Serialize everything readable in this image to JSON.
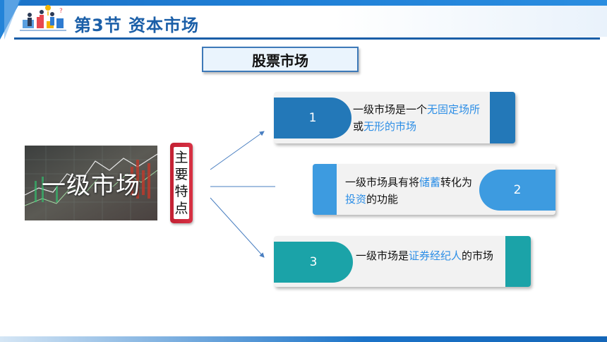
{
  "header": {
    "section_title": "第3节  资本市场"
  },
  "topic": {
    "label": "股票市场"
  },
  "photo": {
    "caption": "一级市场"
  },
  "badge": {
    "chars": [
      "主",
      "要",
      "特",
      "点"
    ]
  },
  "cards": [
    {
      "number": "1",
      "text_parts": [
        {
          "text": "一级市场是一个",
          "highlight": false
        },
        {
          "text": "无固定场所",
          "highlight": true
        },
        {
          "text": "或",
          "highlight": false
        },
        {
          "text": "无形的市场",
          "highlight": true
        }
      ]
    },
    {
      "number": "2",
      "text_parts": [
        {
          "text": "一级市场具有将",
          "highlight": false
        },
        {
          "text": "储蓄",
          "highlight": true
        },
        {
          "text": "转化为",
          "highlight": false
        },
        {
          "text": "投资",
          "highlight": true
        },
        {
          "text": "的功能",
          "highlight": false
        }
      ]
    },
    {
      "number": "3",
      "text_parts": [
        {
          "text": "一级市场是",
          "highlight": false
        },
        {
          "text": "证券经纪人",
          "highlight": true
        },
        {
          "text": "的市场",
          "highlight": false
        }
      ]
    }
  ],
  "colors": {
    "title_blue": "#1b5fa8",
    "card1_accent": "#2378b8",
    "card2_accent": "#3d9be0",
    "card3_accent": "#1ba3a8",
    "highlight_text": "#2c8ee6",
    "badge_red": "#c22133"
  }
}
